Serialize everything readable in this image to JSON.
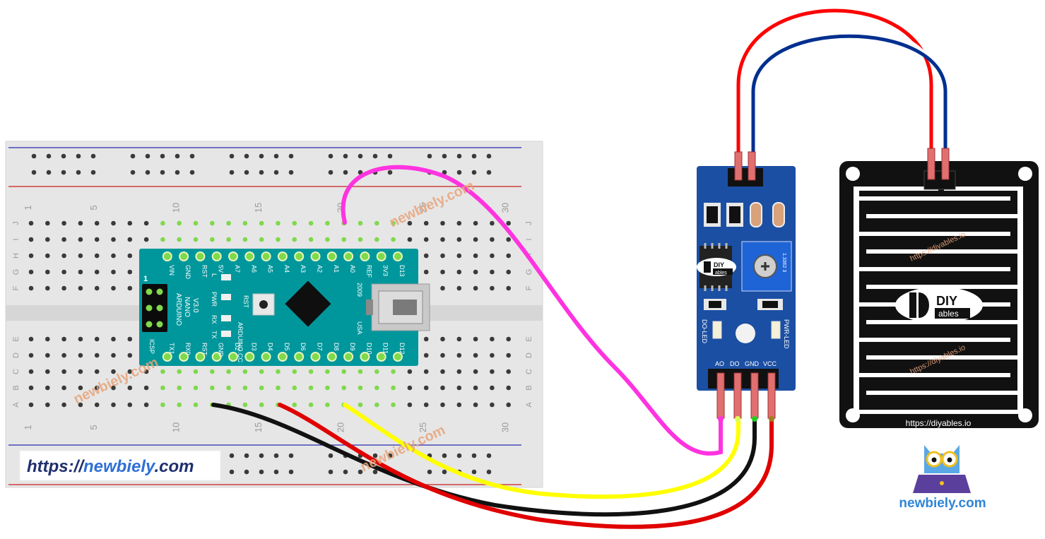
{
  "breadboard": {
    "col_numbers": [
      "1",
      "5",
      "10",
      "15",
      "20",
      "25",
      "30"
    ],
    "row_letters_top": [
      "J",
      "I",
      "H",
      "G",
      "F"
    ],
    "row_letters_bottom": [
      "E",
      "D",
      "C",
      "B",
      "A"
    ]
  },
  "nano": {
    "top_pins": [
      "D13",
      "3V3",
      "REF",
      "A0",
      "A1",
      "A2",
      "A3",
      "A4",
      "A5",
      "A6",
      "A7",
      "5V",
      "RST",
      "GND",
      "VIN"
    ],
    "bottom_pins": [
      "D12",
      "D11",
      "D10",
      "D9",
      "D8",
      "D7",
      "D6",
      "D5",
      "D4",
      "D3",
      "D2",
      "GND",
      "RST",
      "RX0",
      "TX1"
    ],
    "title": [
      "ARDUINO",
      "NANO",
      "V3.0"
    ],
    "icsp": "ICSP",
    "icsp_one": "1",
    "leds": [
      "L",
      "PWR",
      "RX",
      "TX"
    ],
    "rst": "RST",
    "cc": "ARDUINO.CC",
    "year": "2009",
    "usa": "USA"
  },
  "module": {
    "pins": [
      "AO",
      "DO",
      "GND",
      "VCC"
    ],
    "do_led": "DO-LED",
    "pwr_led": "PWR-LED",
    "logo_diy": "DIY",
    "logo_ables": "ables",
    "pot_code": "1.3362 3"
  },
  "sensor": {
    "logo_diy": "DIY",
    "logo_ables": "ables",
    "url": "https://diyables.io",
    "wm_url": "https://diyables.io"
  },
  "branding": {
    "box_prefix": "https://",
    "box_name": "newbiely",
    "box_suffix": ".com",
    "owl_text": "newbiely.com",
    "watermark": "newbiely.com"
  },
  "colors": {
    "breadboard": "#e8e8e8",
    "nano": "#00979c",
    "module": "#1b4fa3",
    "sensor": "#111111",
    "wire_pink": "#ff33e0",
    "wire_yellow": "#ffff00",
    "wire_black": "#111111",
    "wire_red": "#e00000",
    "wire_blue": "#002f8f",
    "brand_blue": "#1f4fb0"
  }
}
